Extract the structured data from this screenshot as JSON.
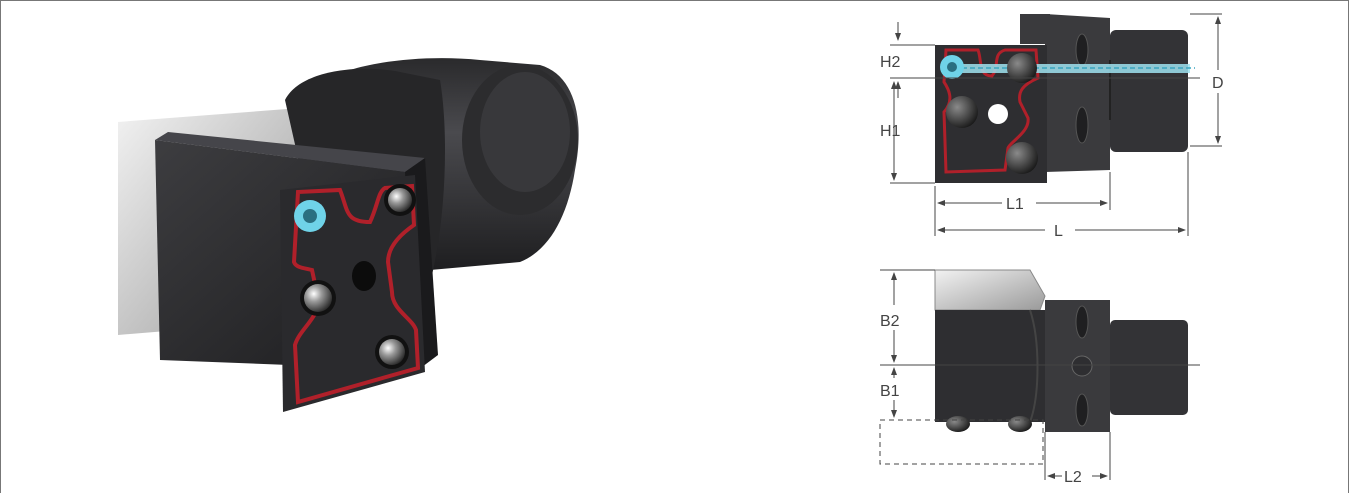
{
  "dimension_labels": {
    "h2": "H2",
    "h1": "H1",
    "d": "D",
    "l1": "L1",
    "l": "L",
    "b2": "B2",
    "b1": "B1",
    "l2": "L2"
  },
  "colors": {
    "coolant_channel": "#6fd3e8",
    "seal_outline": "#b0202a",
    "tool_body": "#2e2e31"
  }
}
